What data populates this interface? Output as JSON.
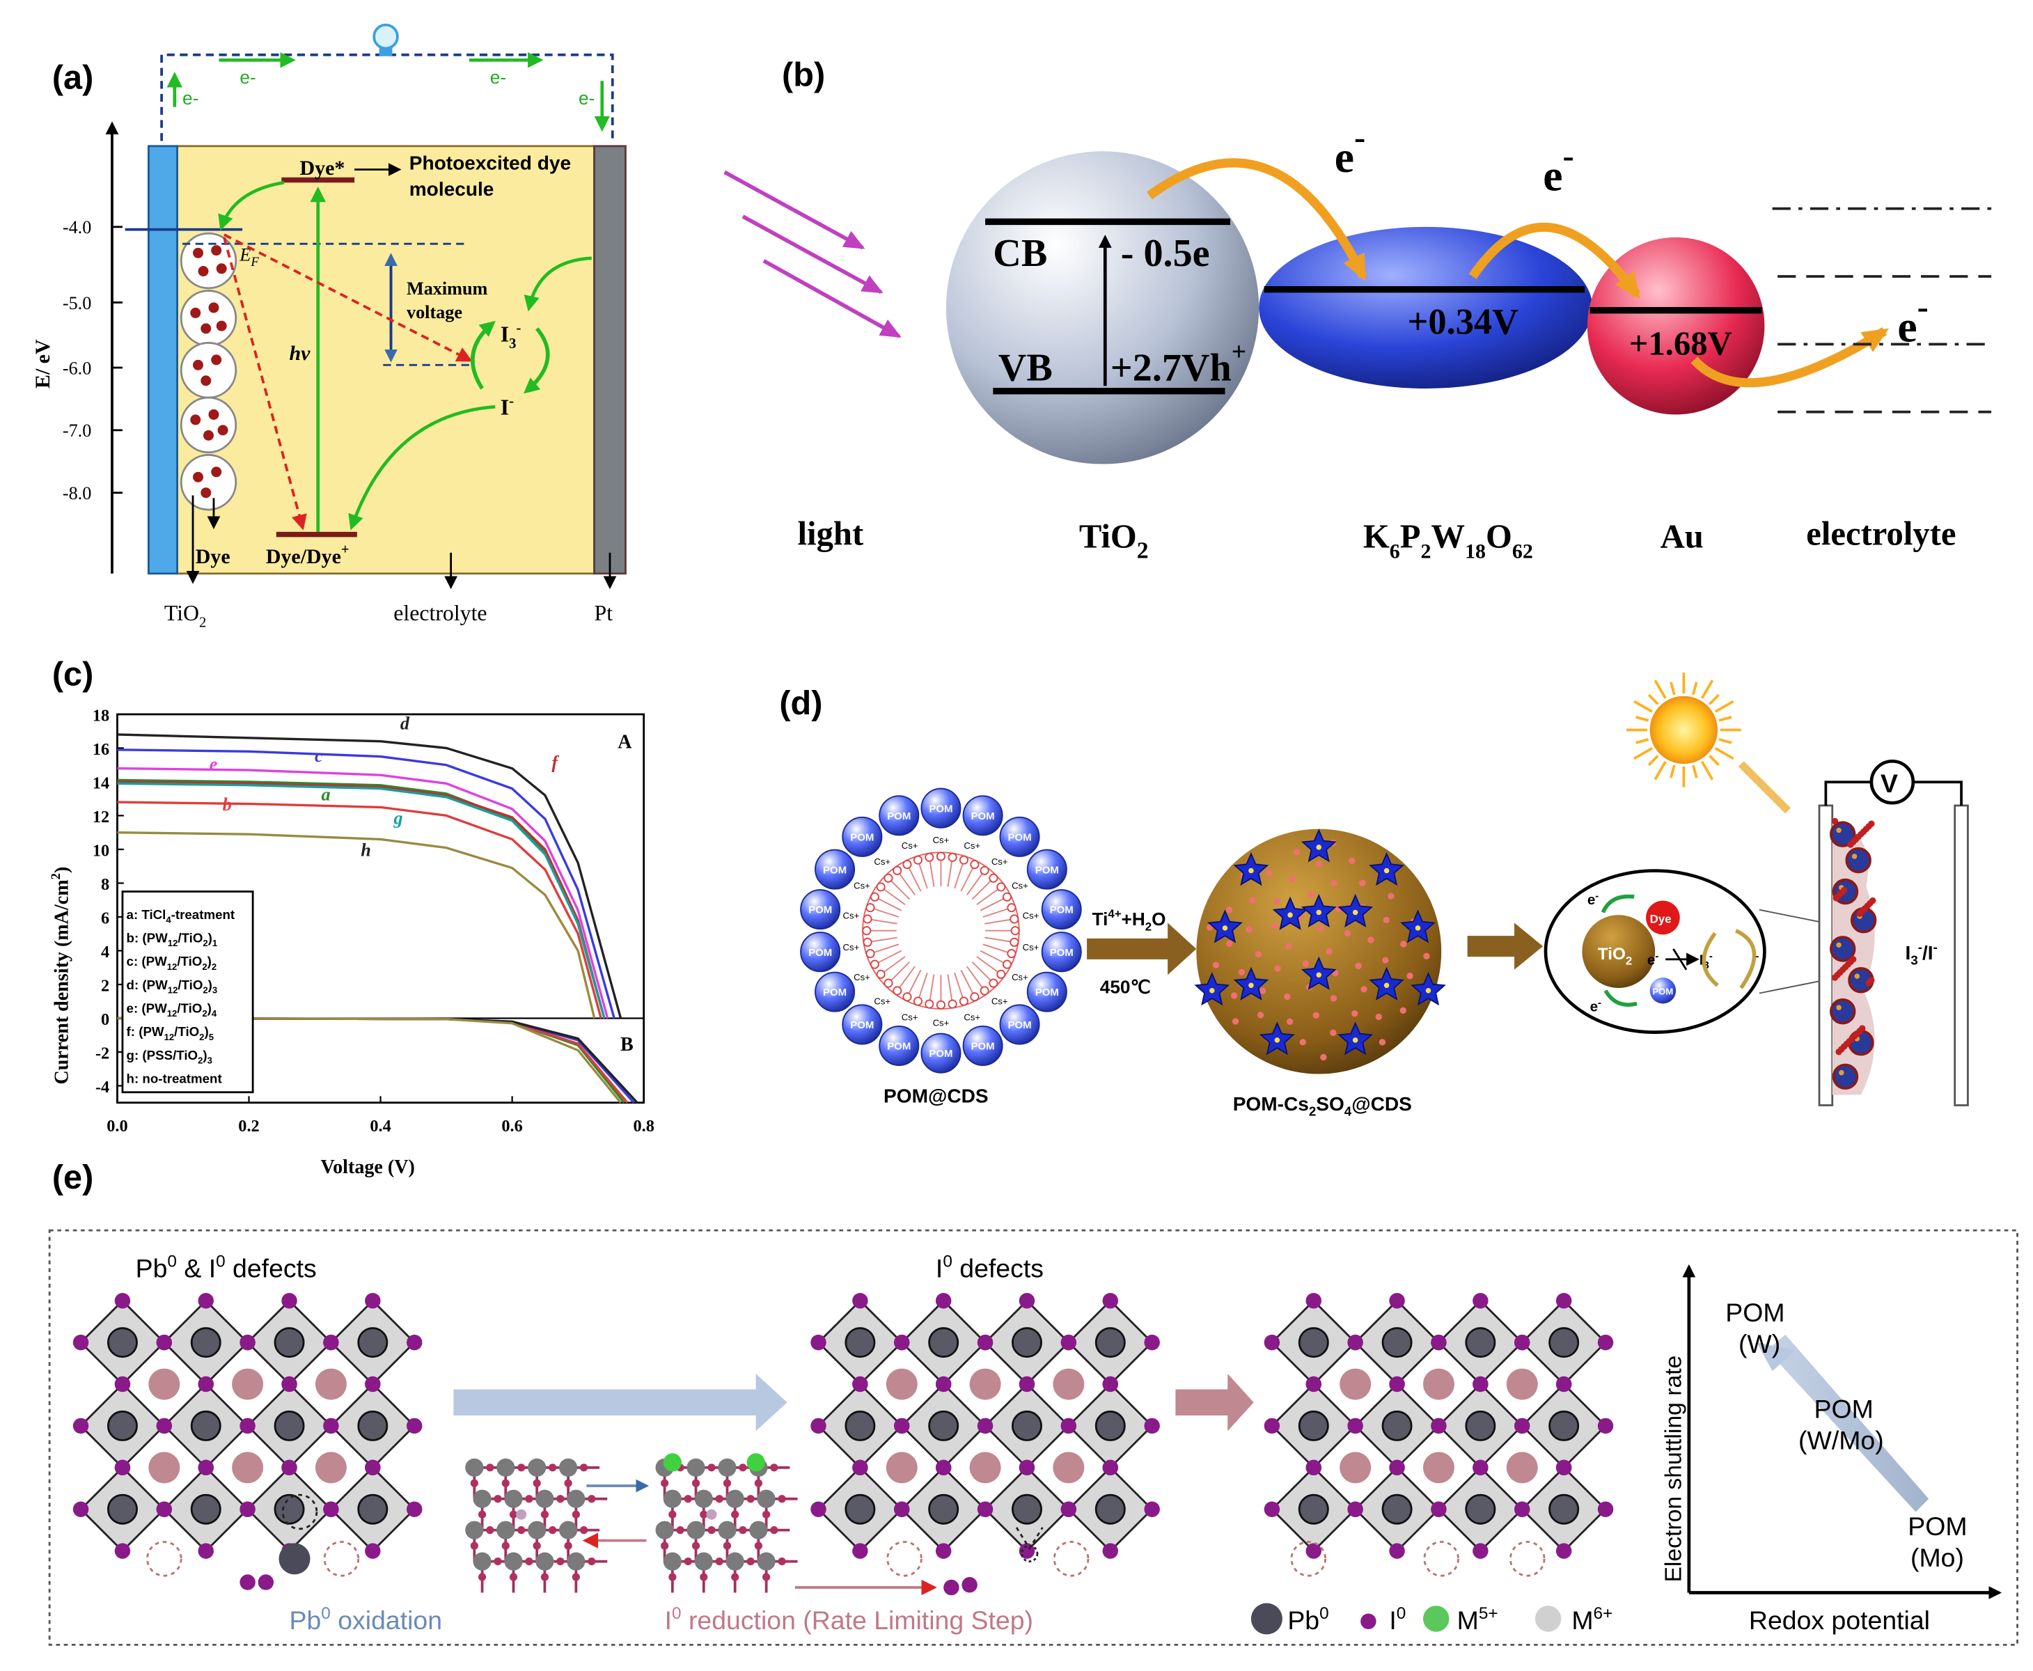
{
  "panels": {
    "a": {
      "label": "(a)",
      "ylabel": "E/ eV",
      "yticks": [
        {
          "label": "-4.0",
          "value": -4.0
        },
        {
          "label": "-5.0",
          "value": -5.0
        },
        {
          "label": "-6.0",
          "value": -6.0
        },
        {
          "label": "-7.0",
          "value": -7.0
        },
        {
          "label": "-8.0",
          "value": -8.0
        }
      ],
      "electron": "e-",
      "dye_star": "Dye*",
      "photoexcited_1": "Photoexcited dye",
      "photoexcited_2": "molecule",
      "ef": "E",
      "ef_sub": "F",
      "max_voltage_1": "Maximum",
      "max_voltage_2": "voltage",
      "hv": "hv",
      "i3": "I",
      "i3_sub": "3",
      "i3_sup": "-",
      "iminus": "I",
      "iminus_sup": "-",
      "dye": "Dye",
      "dye_pair": "Dye/Dye",
      "dye_pair_sup": "+",
      "tio2": "TiO",
      "tio2_sub": "2",
      "electrolyte": "electrolyte",
      "pt": "Pt"
    },
    "b": {
      "label": "(b)",
      "cb": "CB",
      "vb": "VB",
      "cb_value": "- 0.5e",
      "vb_value": "+2.7Vh",
      "vb_sup": "+",
      "pom_value": "+0.34V",
      "au_value": "+1.68V",
      "e": "e",
      "e_sup": "-",
      "light": "light",
      "tio2": "TiO",
      "tio2_sub": "2",
      "pom": "K",
      "pom_s1": "6",
      "pom_p": "P",
      "pom_s2": "2",
      "pom_w": "W",
      "pom_s3": "18",
      "pom_o": "O",
      "pom_s4": "62",
      "au": "Au",
      "electrolyte": "electrolyte"
    },
    "c": {
      "label": "(c)",
      "ylabel": "Current density (mA/cm",
      "ylabel_sup": "2",
      "ylabel_end": ")",
      "xlabel": "Voltage (V)",
      "marker_A": "A",
      "marker_B": "B",
      "legend": [
        {
          "key": "a: TiCl",
          "sub": "4",
          "rest": "-treatment"
        },
        {
          "key": "b: (PW",
          "sub": "12",
          "rest": "/TiO",
          "sub2": "2",
          "rest2": ")",
          "sub3": "1"
        },
        {
          "key": "c: (PW",
          "sub": "12",
          "rest": "/TiO",
          "sub2": "2",
          "rest2": ")",
          "sub3": "2"
        },
        {
          "key": "d: (PW",
          "sub": "12",
          "rest": "/TiO",
          "sub2": "2",
          "rest2": ")",
          "sub3": "3"
        },
        {
          "key": "e: (PW",
          "sub": "12",
          "rest": "/TiO",
          "sub2": "2",
          "rest2": ")",
          "sub3": "4"
        },
        {
          "key": "f: (PW",
          "sub": "12",
          "rest": "/TiO",
          "sub2": "2",
          "rest2": ")",
          "sub3": "5"
        },
        {
          "key": "g: (PSS/TiO",
          "sub": "2",
          "rest": ")",
          "sub2": "3",
          "rest2": "",
          "sub3": ""
        },
        {
          "key": "h: no-treatment",
          "sub": "",
          "rest": "",
          "sub2": "",
          "rest2": "",
          "sub3": ""
        }
      ]
    },
    "d": {
      "label": "(d)",
      "pom": "POM",
      "cs": "Cs",
      "cs_sup": "+",
      "ti": "Ti",
      "ti_sup": "4+",
      "ti_rest": "+H",
      "ti_sub": "2",
      "ti_end": "O",
      "temp": "450℃",
      "pom_cds": "POM@CDS",
      "pom_cs_1": "POM-Cs",
      "pom_cs_sub1": "2",
      "pom_cs_2": "SO",
      "pom_cs_sub2": "4",
      "pom_cs_3": "@CDS",
      "dye": "Dye",
      "tio2": "TiO",
      "tio2_sub": "2",
      "v": "V",
      "redox": "I",
      "redox_sub": "3",
      "redox_rest": "/I",
      "redox_sup": "-",
      "e": "e",
      "e_sup": "-"
    },
    "e": {
      "label": "(e)",
      "defects_1": "Pb",
      "defects_1_sup": "0",
      "defects_1_mid": " & I",
      "defects_1_sup2": "0",
      "defects_1_end": " defects",
      "defects_2": "I",
      "defects_2_sup": "0",
      "defects_2_end": " defects",
      "pb_ox": "Pb",
      "pb_ox_sup": "0",
      "pb_ox_end": " oxidation",
      "i_red": "I",
      "i_red_sup": "0",
      "i_red_end": " reduction (Rate Limiting Step)",
      "legend_pb": "Pb",
      "legend_pb_sup": "0",
      "legend_i": "I",
      "legend_i_sup": "0",
      "legend_m5": "M",
      "legend_m5_sup": "5+",
      "legend_m6": "M",
      "legend_m6_sup": "6+",
      "ylabel": "Electron shuttling rate",
      "xlabel": "Redox potential",
      "pom": "POM",
      "pom_w": "(W)",
      "pom_wmo": "(W/Mo)",
      "pom_mo": "(Mo)"
    }
  },
  "chart_data": {
    "type": "line",
    "title": "",
    "xlabel": "Voltage (V)",
    "ylabel": "Current density (mA/cm2)",
    "xlim": [
      0.0,
      0.8
    ],
    "ylim": [
      -5,
      18
    ],
    "xticks": [
      0.0,
      0.2,
      0.4,
      0.6,
      0.8
    ],
    "yticks": [
      -4,
      -2,
      0,
      2,
      4,
      6,
      8,
      10,
      12,
      14,
      16,
      18
    ],
    "legend_placement": "left",
    "series": [
      {
        "name": "a: TiCl4-treatment",
        "color": "#2a8a2a",
        "values": [
          [
            0.0,
            14.1
          ],
          [
            0.2,
            14.0
          ],
          [
            0.4,
            13.8
          ],
          [
            0.5,
            13.3
          ],
          [
            0.6,
            11.8
          ],
          [
            0.65,
            9.8
          ],
          [
            0.7,
            5.6
          ],
          [
            0.74,
            0.0
          ]
        ]
      },
      {
        "name": "b: (PW12/TiO2)1",
        "color": "#e03c3c",
        "values": [
          [
            0.0,
            12.8
          ],
          [
            0.2,
            12.7
          ],
          [
            0.4,
            12.5
          ],
          [
            0.5,
            12.0
          ],
          [
            0.6,
            10.6
          ],
          [
            0.65,
            8.8
          ],
          [
            0.7,
            5.0
          ],
          [
            0.735,
            0.0
          ]
        ]
      },
      {
        "name": "c: (PW12/TiO2)2",
        "color": "#3a3ae0",
        "values": [
          [
            0.0,
            15.9
          ],
          [
            0.2,
            15.8
          ],
          [
            0.4,
            15.5
          ],
          [
            0.5,
            15.0
          ],
          [
            0.6,
            13.6
          ],
          [
            0.65,
            11.8
          ],
          [
            0.7,
            7.6
          ],
          [
            0.755,
            0.0
          ]
        ]
      },
      {
        "name": "d: (PW12/TiO2)3",
        "color": "#222222",
        "values": [
          [
            0.0,
            16.8
          ],
          [
            0.2,
            16.6
          ],
          [
            0.4,
            16.4
          ],
          [
            0.5,
            16.0
          ],
          [
            0.6,
            14.8
          ],
          [
            0.65,
            13.2
          ],
          [
            0.7,
            9.2
          ],
          [
            0.765,
            0.0
          ]
        ]
      },
      {
        "name": "e: (PW12/TiO2)4",
        "color": "#e040e0",
        "values": [
          [
            0.0,
            14.8
          ],
          [
            0.2,
            14.7
          ],
          [
            0.4,
            14.4
          ],
          [
            0.5,
            13.9
          ],
          [
            0.6,
            12.4
          ],
          [
            0.65,
            10.5
          ],
          [
            0.7,
            6.4
          ],
          [
            0.745,
            0.0
          ]
        ]
      },
      {
        "name": "f: (PW12/TiO2)5",
        "color": "#c03030",
        "values": [
          [
            0.0,
            14.0
          ],
          [
            0.2,
            13.9
          ],
          [
            0.4,
            13.7
          ],
          [
            0.5,
            13.2
          ],
          [
            0.6,
            11.9
          ],
          [
            0.65,
            10.0
          ],
          [
            0.7,
            5.8
          ],
          [
            0.74,
            0.0
          ]
        ]
      },
      {
        "name": "g: (PSS/TiO2)3",
        "color": "#14a0a0",
        "values": [
          [
            0.0,
            13.9
          ],
          [
            0.2,
            13.8
          ],
          [
            0.4,
            13.6
          ],
          [
            0.5,
            13.1
          ],
          [
            0.6,
            11.7
          ],
          [
            0.65,
            9.7
          ],
          [
            0.7,
            5.6
          ],
          [
            0.74,
            0.0
          ]
        ]
      },
      {
        "name": "h: no-treatment",
        "color": "#9a8a40",
        "values": [
          [
            0.0,
            11.0
          ],
          [
            0.2,
            10.9
          ],
          [
            0.4,
            10.6
          ],
          [
            0.5,
            10.1
          ],
          [
            0.6,
            8.9
          ],
          [
            0.65,
            7.3
          ],
          [
            0.7,
            4.0
          ],
          [
            0.725,
            0.0
          ]
        ]
      }
    ],
    "dark_series": [
      {
        "name": "a",
        "color": "#2a8a2a",
        "values": [
          [
            0.0,
            0.0
          ],
          [
            0.5,
            -0.05
          ],
          [
            0.6,
            -0.25
          ],
          [
            0.7,
            -1.6
          ],
          [
            0.77,
            -5
          ]
        ]
      },
      {
        "name": "b",
        "color": "#e03c3c",
        "values": [
          [
            0.0,
            0.0
          ],
          [
            0.5,
            -0.05
          ],
          [
            0.6,
            -0.25
          ],
          [
            0.7,
            -1.5
          ],
          [
            0.775,
            -5
          ]
        ]
      },
      {
        "name": "c",
        "color": "#3a3ae0",
        "values": [
          [
            0.0,
            0.0
          ],
          [
            0.5,
            -0.05
          ],
          [
            0.6,
            -0.2
          ],
          [
            0.7,
            -1.3
          ],
          [
            0.785,
            -5
          ]
        ]
      },
      {
        "name": "d",
        "color": "#222222",
        "values": [
          [
            0.0,
            0.0
          ],
          [
            0.5,
            -0.05
          ],
          [
            0.6,
            -0.2
          ],
          [
            0.7,
            -1.2
          ],
          [
            0.79,
            -5
          ]
        ]
      },
      {
        "name": "h",
        "color": "#9a8a40",
        "values": [
          [
            0.0,
            0.0
          ],
          [
            0.5,
            -0.05
          ],
          [
            0.6,
            -0.3
          ],
          [
            0.7,
            -1.9
          ],
          [
            0.765,
            -5
          ]
        ]
      }
    ],
    "curve_labels": [
      {
        "text": "d",
        "color": "#222222",
        "x": 0.43,
        "y": 17.1
      },
      {
        "text": "c",
        "color": "#3a3ae0",
        "x": 0.3,
        "y": 15.2
      },
      {
        "text": "e",
        "color": "#e040e0",
        "x": 0.14,
        "y": 14.7
      },
      {
        "text": "a",
        "color": "#2a8a2a",
        "x": 0.31,
        "y": 12.9
      },
      {
        "text": "b",
        "color": "#e03c3c",
        "x": 0.16,
        "y": 12.3
      },
      {
        "text": "f",
        "color": "#c03030",
        "x": 0.66,
        "y": 14.8
      },
      {
        "text": "g",
        "color": "#14a0a0",
        "x": 0.42,
        "y": 11.5
      },
      {
        "text": "h",
        "color": "#222222",
        "x": 0.37,
        "y": 9.6
      }
    ]
  }
}
